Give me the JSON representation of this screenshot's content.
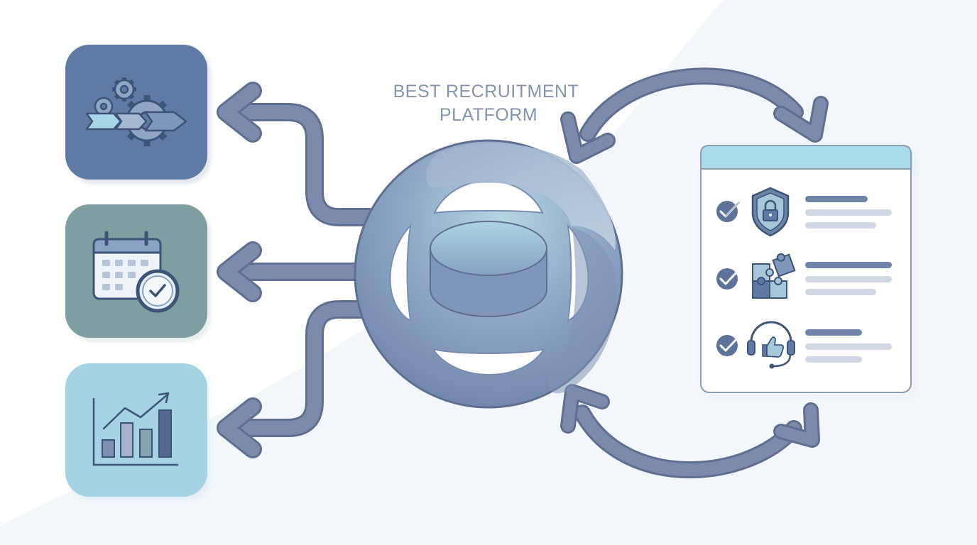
{
  "title": {
    "line1": "BEST RECRUITMENT",
    "line2": "PLATFORM"
  },
  "colors": {
    "background_wedge": "#f3f7fb",
    "arrow": "#7c8aab",
    "arrow_stroke": "#5f6e91",
    "title": "#8394ae",
    "hub_dark": "#6d80a6",
    "hub_light": "#a9c4d8",
    "tile_blue": "#5e7aa4",
    "tile_teal": "#7f9ea0",
    "tile_light": "#a5d3e3",
    "panel_header": "#aadbe9",
    "check": "#5d7399",
    "line_dark": "#6e85a9",
    "line_light": "#d1d8e3"
  },
  "tiles": [
    {
      "name": "automation-tile",
      "icon": "gears-arrows-icon"
    },
    {
      "name": "scheduling-tile",
      "icon": "calendar-clock-icon"
    },
    {
      "name": "analytics-tile",
      "icon": "bar-chart-growth-icon"
    }
  ],
  "hub": {
    "icon": "ring-hub-icon"
  },
  "panel": {
    "rows": [
      {
        "check_icon": "check-circle-icon",
        "icon": "shield-lock-icon"
      },
      {
        "check_icon": "check-circle-icon",
        "icon": "puzzle-icon"
      },
      {
        "check_icon": "check-circle-icon",
        "icon": "headset-thumbs-up-icon"
      }
    ]
  }
}
